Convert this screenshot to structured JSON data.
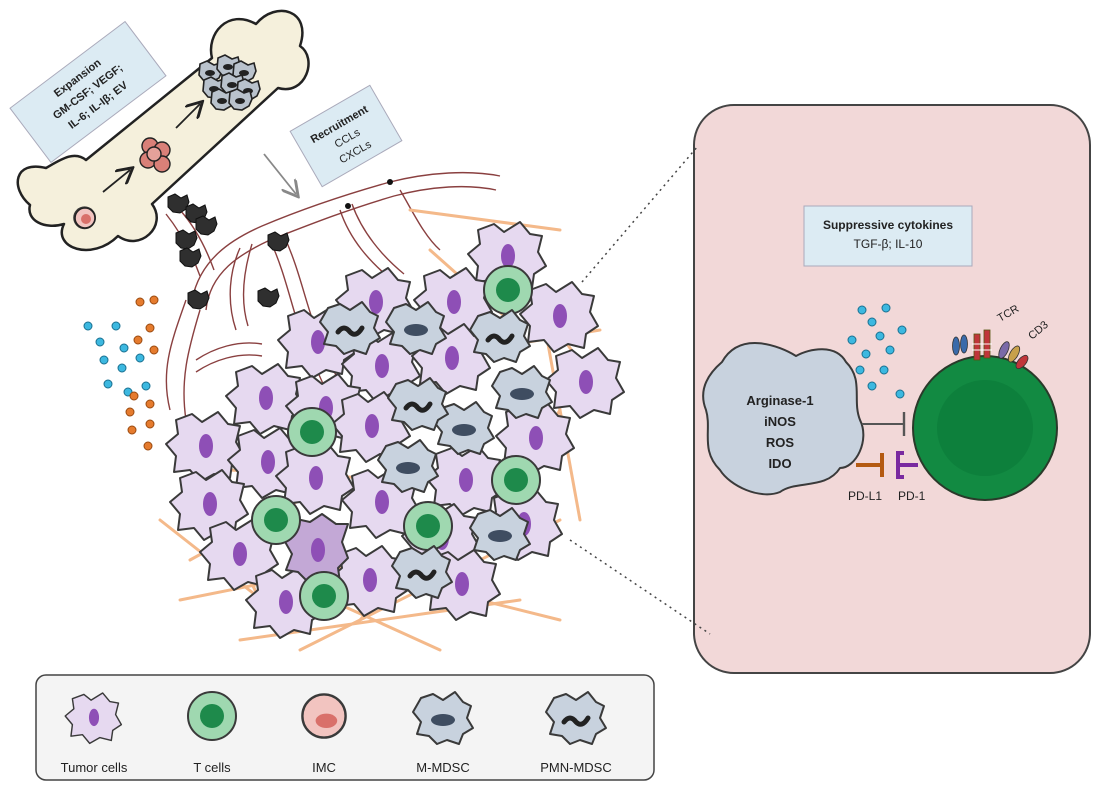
{
  "expansion_box": {
    "title": "Expansion",
    "line1": "GM-CSF; VEGF;",
    "line2": "IL-6; IL-Iβ; EV"
  },
  "recruitment_box": {
    "title": "Recruitment",
    "line1": "CCLs",
    "line2": "CXCLs"
  },
  "cytokines_box": {
    "title": "Suppressive cytokines",
    "line1": "TGF-β;  IL-10"
  },
  "mdsc_factors": [
    "Arginase-1",
    "iNOS",
    "ROS",
    "IDO"
  ],
  "receptor_labels": {
    "tcr": "TCR",
    "cd3": "CD3",
    "pdl1": "PD-L1",
    "pd1": "PD-1"
  },
  "legend": [
    {
      "label": "Tumor cells",
      "icon": "tumor-cell-icon"
    },
    {
      "label": "T cells",
      "icon": "t-cell-icon"
    },
    {
      "label": "IMC",
      "icon": "imc-icon"
    },
    {
      "label": "M-MDSC",
      "icon": "m-mdsc-icon"
    },
    {
      "label": "PMN-MDSC",
      "icon": "pmn-mdsc-icon"
    }
  ],
  "colors": {
    "tumor_fill": "#e6d9f0",
    "tumor_nucleus": "#8e4fb6",
    "t_cell_fill": "#9fd8b0",
    "t_cell_core": "#1e8a4b",
    "mdsc_fill": "#c8d2de",
    "mdsc_nucleus": "#3f4d61",
    "imc_fill": "#f2c4c0",
    "imc_nucleus": "#d9706a",
    "bone_fill": "#f5f0dc",
    "zoom_panel_fill": "#f2d8d8",
    "label_box_fill": "#dcebf3",
    "fibre": "#f4b98a",
    "vessel": "#8a4040"
  }
}
